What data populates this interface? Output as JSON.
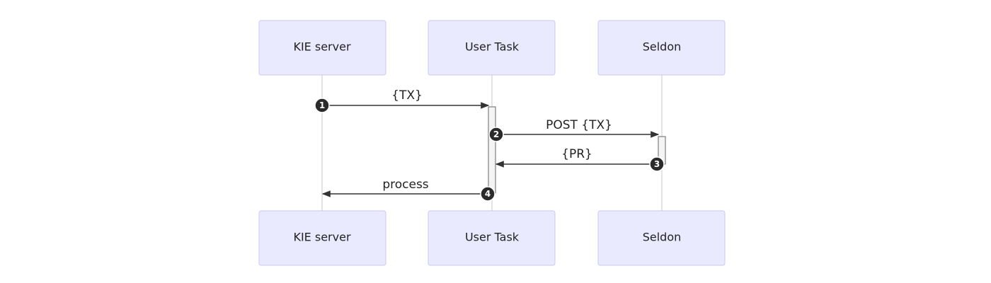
{
  "participants": [
    {
      "id": "kie",
      "label": "KIE server"
    },
    {
      "id": "task",
      "label": "User Task"
    },
    {
      "id": "seldon",
      "label": "Seldon"
    }
  ],
  "messages": [
    {
      "seq": "1",
      "from": "kie",
      "to": "task",
      "label": "{TX}"
    },
    {
      "seq": "2",
      "from": "task",
      "to": "seldon",
      "label": "POST {TX}"
    },
    {
      "seq": "3",
      "from": "seldon",
      "to": "task",
      "label": "{PR}"
    },
    {
      "seq": "4",
      "from": "task",
      "to": "kie",
      "label": "process"
    }
  ]
}
